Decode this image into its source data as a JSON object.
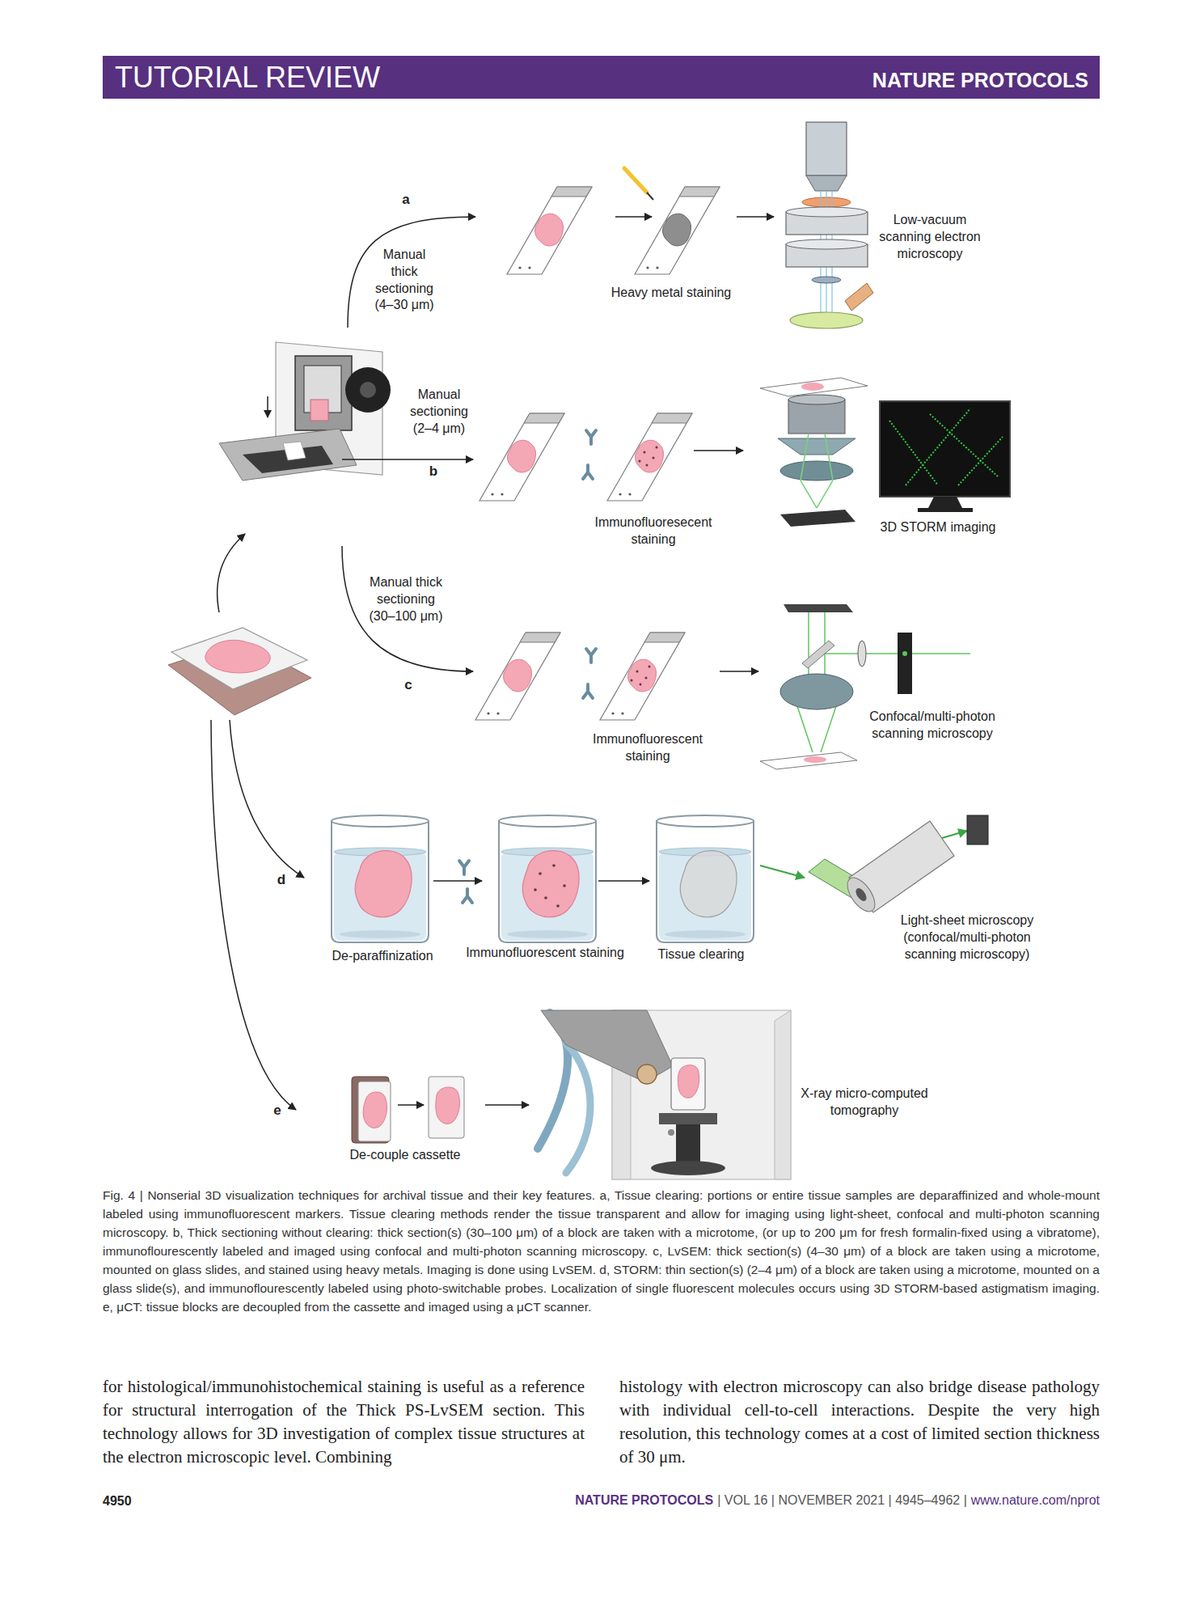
{
  "diagram": {
    "caption": "Fig. 4 | Nonserial 3D visualization techniques for archival tissue and their key features. a, Tissue clearing: portions or entire tissue samples are deparaffinized and whole-mount labeled using immunofluorescent markers. Tissue clearing methods render the tissue transparent and allow for imaging using light-sheet, confocal and multi-photon scanning microscopy. b, Thick sectioning without clearing: thick section(s) (30–100 μm) of a block are taken with a microtome, (or up to 200 μm for fresh formalin-fixed using a vibratome), immunoflourescently labeled and imaged using confocal and multi-photon scanning microscopy. c, LvSEM: thick section(s) (4–30 μm) of a block are taken using a microtome, mounted on glass slides, and stained using heavy metals. Imaging is done using LvSEM. d, STORM: thin section(s) (2–4 μm) of a block are taken using a microtome, mounted on a glass slide(s), and immunoflourescently labeled using photo-switchable probes. Localization of single fluorescent molecules occurs using 3D STORM-based astigmatism imaging. e, μCT: tissue blocks are decoupled from the cassette and imaged using a μCT scanner.",
    "labels": [
      "TUTORIAL REVIEW",
      "NATURE PROTOCOLS",
      "a",
      "Manual thick sectioning (4–30 μm)",
      "Heavy metal staining",
      "Low-vacuum scanning electron microscopy",
      "Manual sectioning (2–4 μm)",
      "b",
      "Immunofluoresecent staining",
      "3D STORM imaging",
      "Manual thick sectioning (30–100 μm)",
      "c",
      "Immunofluorescent staining",
      "Confocal/multi-photon scanning microscopy",
      "d",
      "De-paraffinization",
      "Immunofluorescent staining",
      "Tissue clearing",
      "Light-sheet microscopy (confocal/multi-photon scanning microscopy)",
      "e",
      "De-couple cassette",
      "X-ray micro-computed tomography",
      "for histological/immunohistochemical staining is useful as a reference for structural interrogation of the Thick PS-LvSEM section. This technology allows for 3D investigation of complex tissue structures at the electron microscopic level. Combining",
      "histology with electron microscopy can also bridge disease pathology with individual cell-to-cell interactions. Despite the very high resolution, this technology comes at a cost of limited section thickness of 30 μm.",
      "4950",
      "NATURE PROTOCOLS",
      "| VOL 16 | NOVEMBER 2021 | 4945–4962 |",
      "www.nature.com/nprot"
    ]
  }
}
